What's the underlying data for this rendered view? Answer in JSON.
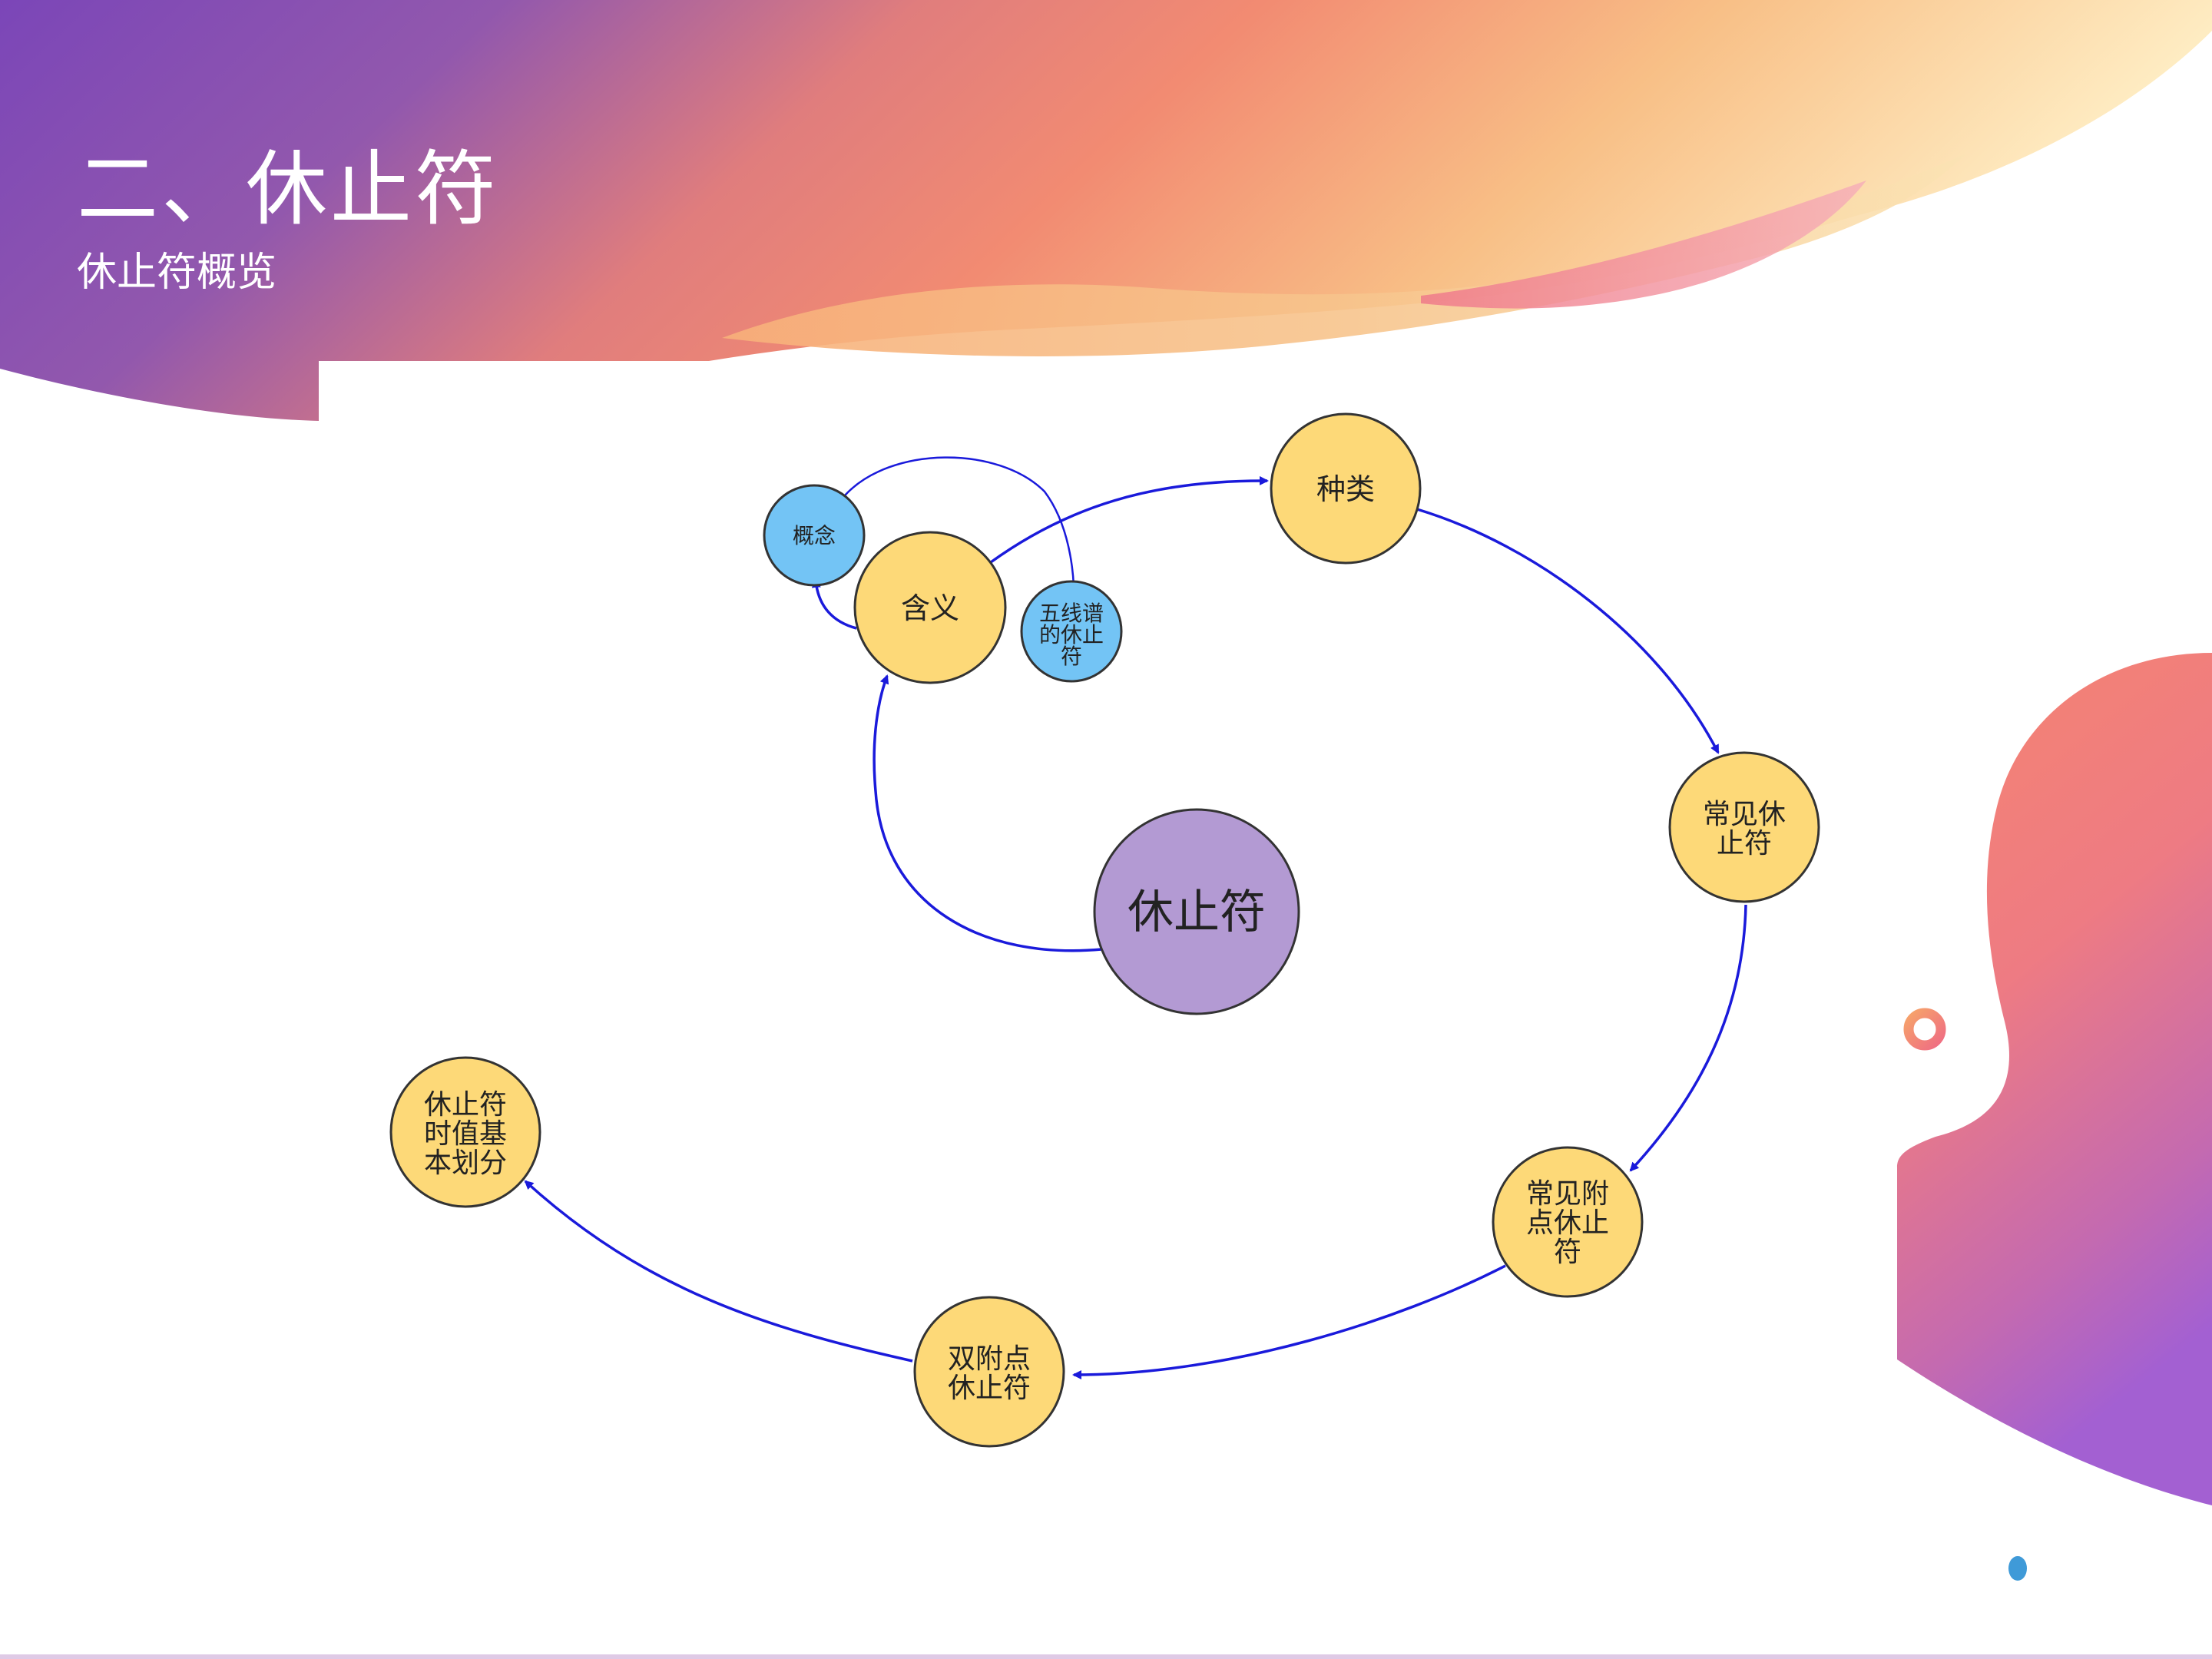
{
  "header": {
    "title": "二、休止符",
    "subtitle": "休止符概览"
  },
  "diagram": {
    "center": {
      "label": "休止符",
      "color": "#b39ad3"
    },
    "nodes": [
      {
        "id": "meaning",
        "lines": [
          "含义"
        ],
        "color": "#fdd978"
      },
      {
        "id": "concept",
        "lines": [
          "概念"
        ],
        "color": "#73c4f5"
      },
      {
        "id": "staff-rests",
        "lines": [
          "五线谱",
          "的休止",
          "符"
        ],
        "color": "#73c4f5"
      },
      {
        "id": "types",
        "lines": [
          "种类"
        ],
        "color": "#fdd978"
      },
      {
        "id": "common-rests",
        "lines": [
          "常见休",
          "止符"
        ],
        "color": "#fdd978"
      },
      {
        "id": "dotted-rests",
        "lines": [
          "常见附",
          "点休止",
          "符"
        ],
        "color": "#fdd978"
      },
      {
        "id": "double-dotted-rests",
        "lines": [
          "双附点",
          "休止符"
        ],
        "color": "#fdd978"
      },
      {
        "id": "rest-value-division",
        "lines": [
          "休止符",
          "时值基",
          "本划分"
        ],
        "color": "#fdd978"
      }
    ],
    "edge_color": "#1a1adb"
  }
}
